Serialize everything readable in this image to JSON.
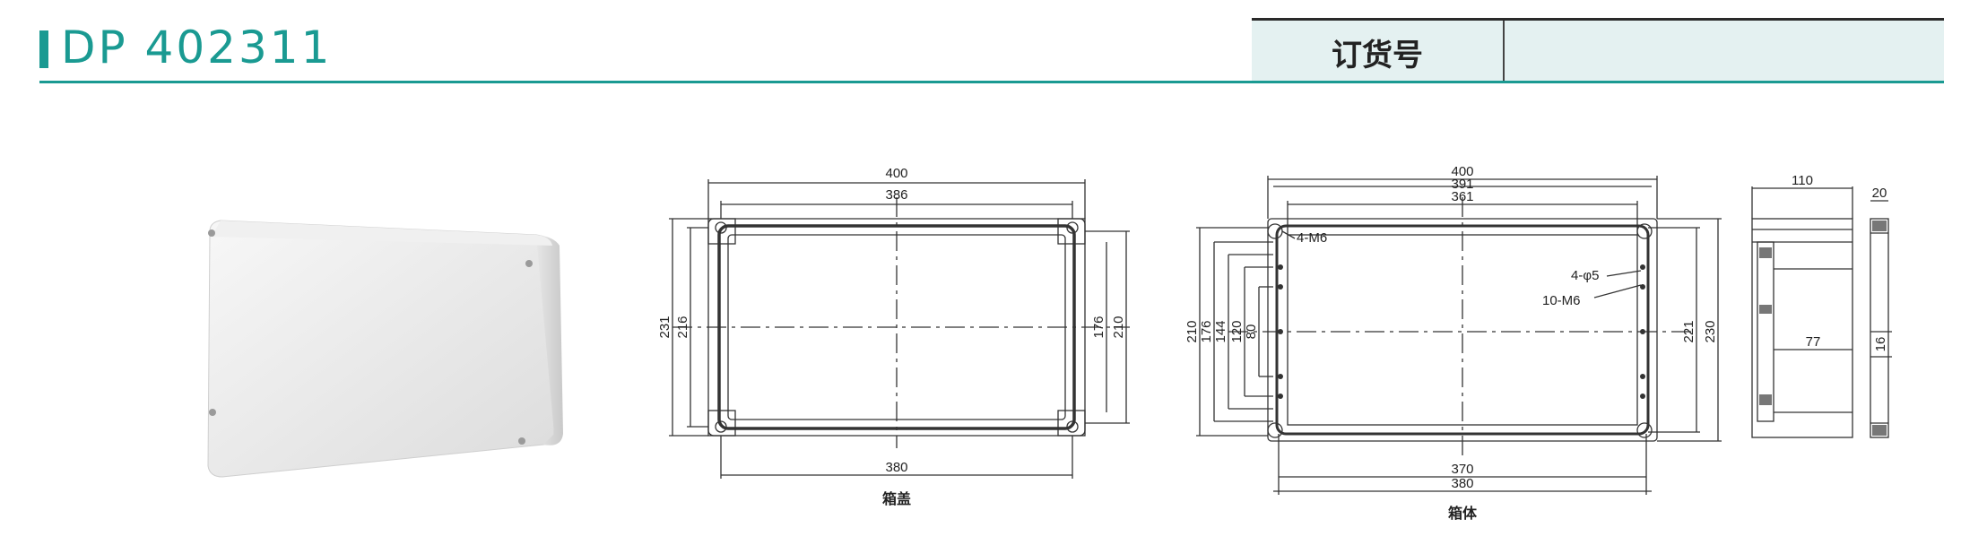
{
  "header": {
    "model": "DP 402311",
    "order_label": "订货号",
    "order_value": ""
  },
  "colors": {
    "accent": "#1a9a92",
    "table_bg": "#e4f1f1"
  },
  "lid_drawing": {
    "caption": "箱盖",
    "dims": {
      "top_outer": "400",
      "top_inner": "386",
      "bottom": "380",
      "left_outer": "231",
      "left_inner": "216",
      "right_inner": "176",
      "right_outer": "210"
    }
  },
  "body_drawing": {
    "caption": "箱体",
    "dims": {
      "top_outer": "400",
      "top_mid": "391",
      "top_inner": "361",
      "bottom_inner": "370",
      "bottom_outer": "380",
      "left_210": "210",
      "left_176": "176",
      "left_144": "144",
      "left_120": "120",
      "left_80": "80",
      "right_inner": "221",
      "right_outer": "230"
    },
    "callouts": {
      "m6_corner": "4-M6",
      "phi5": "4-φ5",
      "m6_side": "10-M6"
    }
  },
  "side_drawing": {
    "dims": {
      "depth": "110",
      "lid": "20",
      "inner": "77",
      "lip": "16"
    }
  }
}
